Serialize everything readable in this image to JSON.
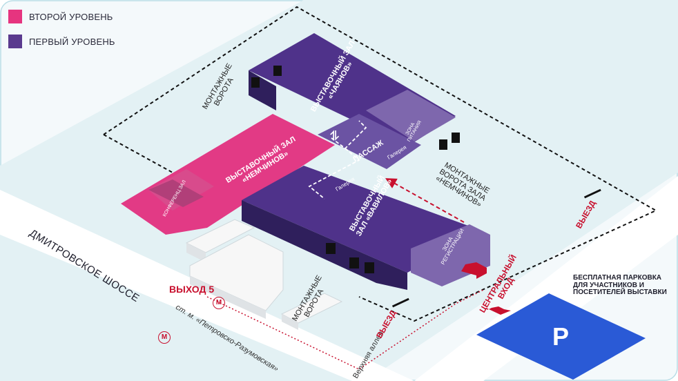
{
  "legend": [
    {
      "label": "ВТОРОЙ УРОВЕНЬ",
      "color": "#e6347f"
    },
    {
      "label": "ПЕРВЫЙ УРОВЕНЬ",
      "color": "#5a3a8e"
    }
  ],
  "halls": {
    "chayanov": "ВЫСТАВОЧНЫЙ ЗАЛ «ЧАЯНОВ»",
    "nemchinov": "ВЫСТАВОЧНЫЙ ЗАЛ «НЕМЧИНОВ»",
    "vavilov": "ВЫСТАВОЧНЫЙ ЗАЛ «ВАВИЛОВ»",
    "conference": "КОНФЕРЕНЦ ЗАЛ",
    "passage": "ПАССАЖ",
    "gallery_1": "Галерея",
    "gallery_2": "Галерея",
    "catering": "ЗОНА ПИТАНИЯ",
    "registration": "ЗОНА РЕГИСТРАЦИИ"
  },
  "gates": {
    "top": "МОНТАЖНЫЕ ВОРОТА",
    "nemchinov_gate": "МОНТАЖНЫЕ ВОРОТА ЗАЛА «НЕМЧИНОВ»",
    "bottom": "МОНТАЖНЫЕ ВОРОТА"
  },
  "roads": {
    "dmitrovskoe": "ДМИТРОВСКОЕ ШОССЕ",
    "verkhnyaya": "Верхняя аллея",
    "metro": "ст. м. «Петровско-Разумовская»"
  },
  "exits": {
    "exit5": "ВЫХОД 5",
    "vyezd_right": "ВЫЕЗД",
    "vyezd_bottom": "ВЫЕЗД",
    "central": "ЦЕНТРАЛЬНЫЙ ВХОД"
  },
  "parking": {
    "text": "БЕСПЛАТНАЯ ПАРКОВКА ДЛЯ УЧАСТНИКОВ И ПОСЕТИТЕЛЕЙ ВЫСТАВКИ",
    "letter": "P"
  },
  "icons": {
    "metro_1": "metro-icon",
    "metro_2": "metro-icon",
    "escalator": "escalator-icon",
    "barrier_1": "barrier-icon",
    "barrier_2": "barrier-icon"
  },
  "colors": {
    "ground": "#e6f2f5",
    "first_level": "#5a3a8e",
    "second_level": "#e6347f",
    "parking": "#2a5ad6",
    "accent_red": "#c8102e"
  }
}
